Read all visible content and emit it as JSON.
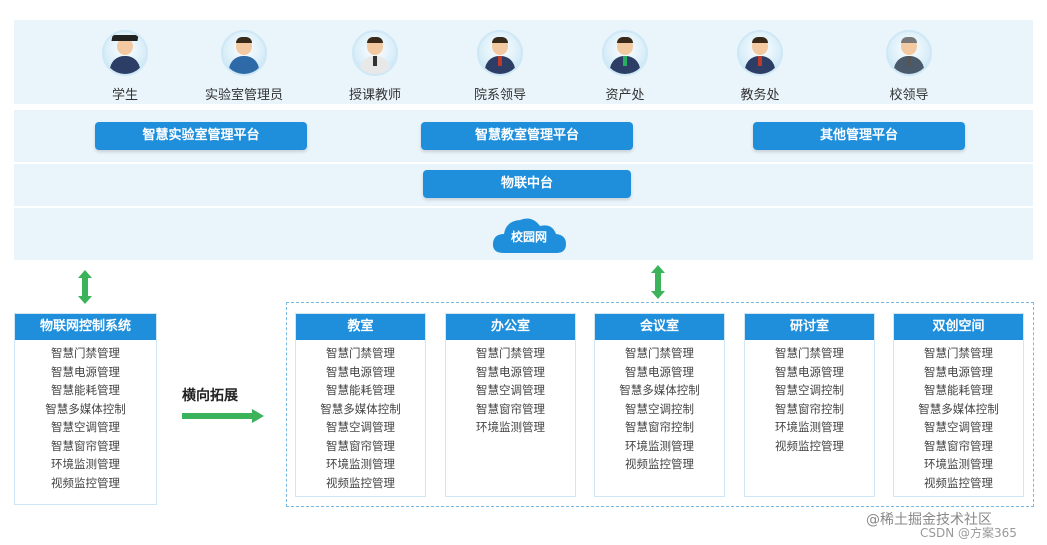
{
  "users": [
    {
      "label": "学生",
      "icon": "student-avatar-icon"
    },
    {
      "label": "实验室管理员",
      "icon": "lab-admin-avatar-icon"
    },
    {
      "label": "授课教师",
      "icon": "teacher-avatar-icon"
    },
    {
      "label": "院系领导",
      "icon": "department-leader-avatar-icon"
    },
    {
      "label": "资产处",
      "icon": "asset-office-avatar-icon"
    },
    {
      "label": "教务处",
      "icon": "academic-affairs-avatar-icon"
    },
    {
      "label": "校领导",
      "icon": "school-leader-avatar-icon"
    }
  ],
  "platforms": {
    "lab": "智慧实验室管理平台",
    "classroom": "智慧教室管理平台",
    "other": "其他管理平台"
  },
  "hub": "物联中台",
  "network": "校园网",
  "iot_system": {
    "title": "物联网控制系统",
    "items": [
      "智慧门禁管理",
      "智慧电源管理",
      "智慧能耗管理",
      "智慧多媒体控制",
      "智慧空调管理",
      "智慧窗帘管理",
      "环境监测管理",
      "视频监控管理"
    ]
  },
  "expand_label": "横向拓展",
  "scenes": [
    {
      "title": "教室",
      "items": [
        "智慧门禁管理",
        "智慧电源管理",
        "智慧能耗管理",
        "智慧多媒体控制",
        "智慧空调管理",
        "智慧窗帘管理",
        "环境监测管理",
        "视频监控管理"
      ]
    },
    {
      "title": "办公室",
      "items": [
        "智慧门禁管理",
        "智慧电源管理",
        "智慧空调管理",
        "智慧窗帘管理",
        "环境监测管理"
      ]
    },
    {
      "title": "会议室",
      "items": [
        "智慧门禁管理",
        "智慧电源管理",
        "智慧多媒体控制",
        "智慧空调控制",
        "智慧窗帘控制",
        "环境监测管理",
        "视频监控管理"
      ]
    },
    {
      "title": "研讨室",
      "items": [
        "智慧门禁管理",
        "智慧电源管理",
        "智慧空调控制",
        "智慧窗帘控制",
        "环境监测管理",
        "视频监控管理"
      ]
    },
    {
      "title": "双创空间",
      "items": [
        "智慧门禁管理",
        "智慧电源管理",
        "智慧能耗管理",
        "智慧多媒体控制",
        "智慧空调管理",
        "智慧窗帘管理",
        "环境监测管理",
        "视频监控管理"
      ]
    }
  ],
  "watermark": {
    "line1": "@稀土掘金技术社区",
    "line2": "CSDN @方案365"
  },
  "colors": {
    "accent_blue": "#1f8fdc",
    "band_bg": "#eaf4fb",
    "arrow_green": "#3bb35a"
  }
}
